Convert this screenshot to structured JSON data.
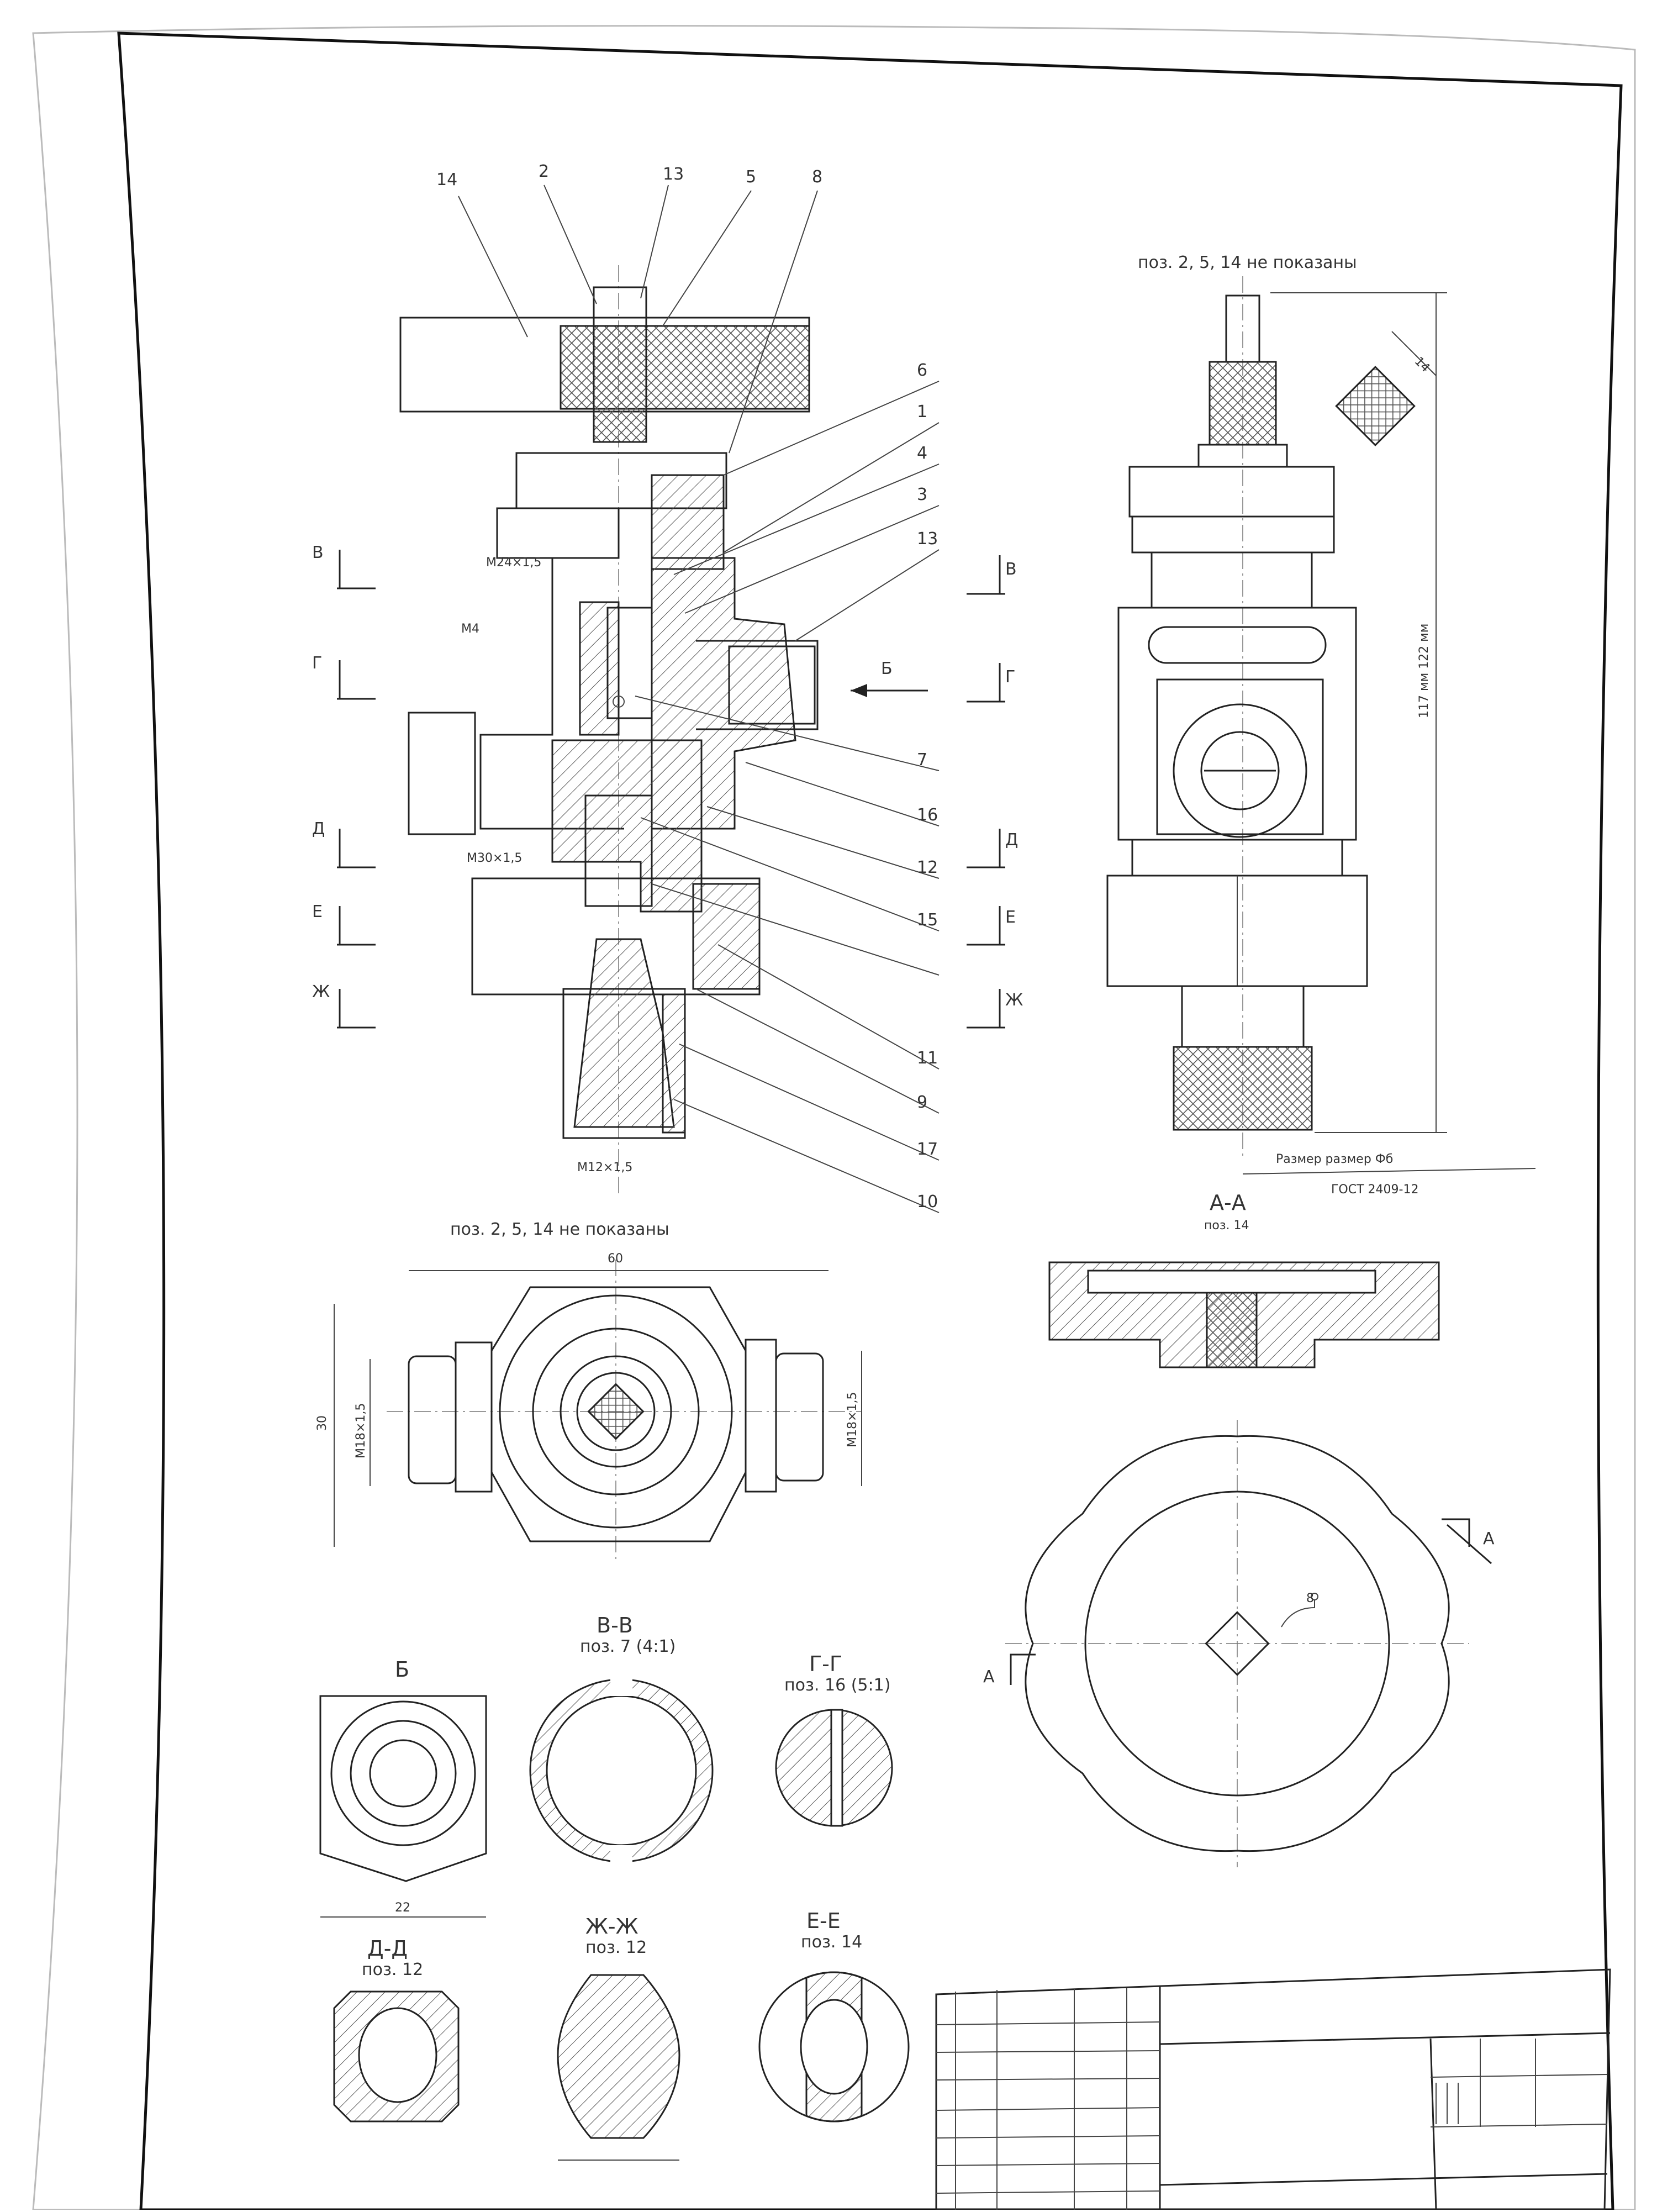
{
  "sheet": {
    "note_top_right": "поз. 2, 5, 14 не показаны",
    "note_plan_view": "поз. 2, 5, 14 не показаны",
    "callouts_top": [
      "14",
      "2",
      "13",
      "5",
      "8"
    ],
    "callouts_right": [
      "6",
      "1",
      "4",
      "3",
      "13",
      "7",
      "16",
      "12",
      "15",
      "",
      "11",
      "9",
      "17",
      "10"
    ],
    "section_marks_left": [
      "В",
      "Г",
      "Д",
      "Е",
      "Ж"
    ],
    "section_marks_right": [
      "В",
      "Г",
      "Д",
      "Е",
      "Ж"
    ],
    "view_arrow_label": "Б",
    "thread_labels": [
      "М24×1,5",
      "М4",
      "М30×1,5",
      "М12×1,5"
    ],
    "side_dim_label": "117 мм  122 мм",
    "side_square_dim": "14",
    "side_note_line1": "Размер  размер  Фб",
    "side_note_line2": "ГОСТ 2409-12",
    "plan_width_dim": "60",
    "plan_height_dim": "30",
    "plan_thread_left": "М18×1,5",
    "plan_thread_right": "М18×1,5",
    "section_AA": {
      "title": "А-А",
      "subtitle": "поз. 14"
    },
    "handwheel_marks": [
      "А",
      "А"
    ],
    "handwheel_dim": "8",
    "view_B": {
      "title": "Б",
      "dim": "22"
    },
    "section_VV": {
      "title": "В-В",
      "subtitle": "поз. 7 (4:1)"
    },
    "section_GG": {
      "title": "Г-Г",
      "subtitle": "поз. 16 (5:1)"
    },
    "section_DD": {
      "title": "Д-Д",
      "subtitle": "поз. 12"
    },
    "section_ZhZh": {
      "title": "Ж-Ж",
      "subtitle": "поз. 12"
    },
    "section_EE": {
      "title": "Е-Е",
      "subtitle": "поз. 14"
    }
  }
}
